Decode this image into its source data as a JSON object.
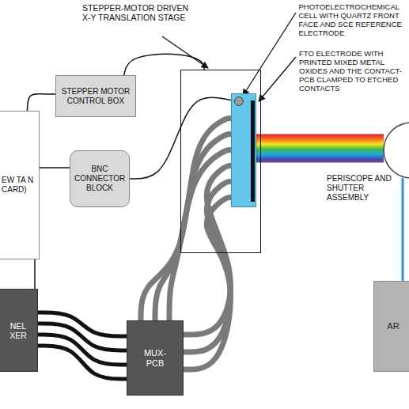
{
  "diagram": {
    "nodes": [
      {
        "text": [
          "STEPPER-MOTOR DRIVEN X-Y TRANSLATION STAGE"
        ]
      },
      {
        "text": [
          "PHOTOELECTROCHEMICAL CELL WITH QUARTZ FRONT FACE AND SCE REFERENCE ELECTRODE"
        ],
        "in": 0
      },
      {
        "text": [
          "STEPPER MOTOR CONTROL BOX"
        ]
      },
      {
        "text": [
          "EW TA N CARD)"
        ]
      },
      {
        "text": [
          "BNC CONNECTOR BLOCK"
        ]
      },
      {
        "text": [
          "PERISCOPE AND SHUTTER ASSEMBLY"
        ]
      },
      {
        "text": [
          "NEL XER"
        ]
      },
      {
        "text": [
          "MUX-PCB"
        ]
      },
      {
        "text": [
          "AR"
        ]
      }
    ],
    "edges": [
      {
        "from": 3,
        "to": 2,
        "arrow": "none"
      },
      {
        "from": 2,
        "to": 0,
        "arrow": "none"
      },
      {
        "from": 3,
        "to": 4,
        "arrow": "none"
      },
      {
        "from": 4,
        "to": 1,
        "arrow": "none"
      },
      {
        "from": 3,
        "to": 6,
        "arrow": "none"
      },
      {
        "from": 6,
        "to": 7,
        "arrow": "none"
      },
      {
        "from": 7,
        "to": 1,
        "arrow": "none"
      },
      {
        "from": 1,
        "to": 5,
        "arrow": "none"
      },
      {
        "from": 5,
        "to": 8,
        "arrow": "none"
      }
    ],
    "labels": [
      "FTO ELECTRODE WITH PRINTED MIXED METAL OXIDES AND THE CONTACT-PCB CLAMPED TO ETCHED CONTACTS"
    ]
  }
}
